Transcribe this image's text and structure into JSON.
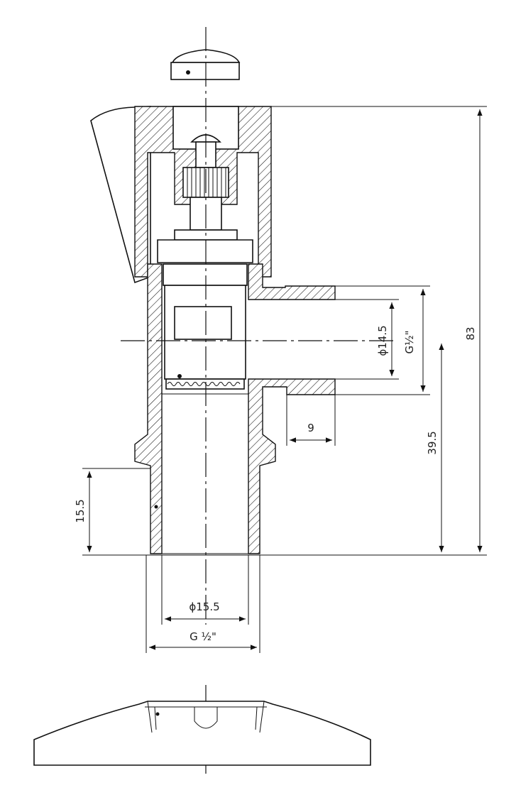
{
  "dimensions": {
    "overall_height": "83",
    "outlet_height": "39.5",
    "thread_length": "15.5",
    "side_thread_length": "9",
    "side_bore": "ϕ14.5",
    "side_thread": "G½\"",
    "bottom_bore": "ϕ15.5",
    "bottom_thread": "G ½\""
  }
}
